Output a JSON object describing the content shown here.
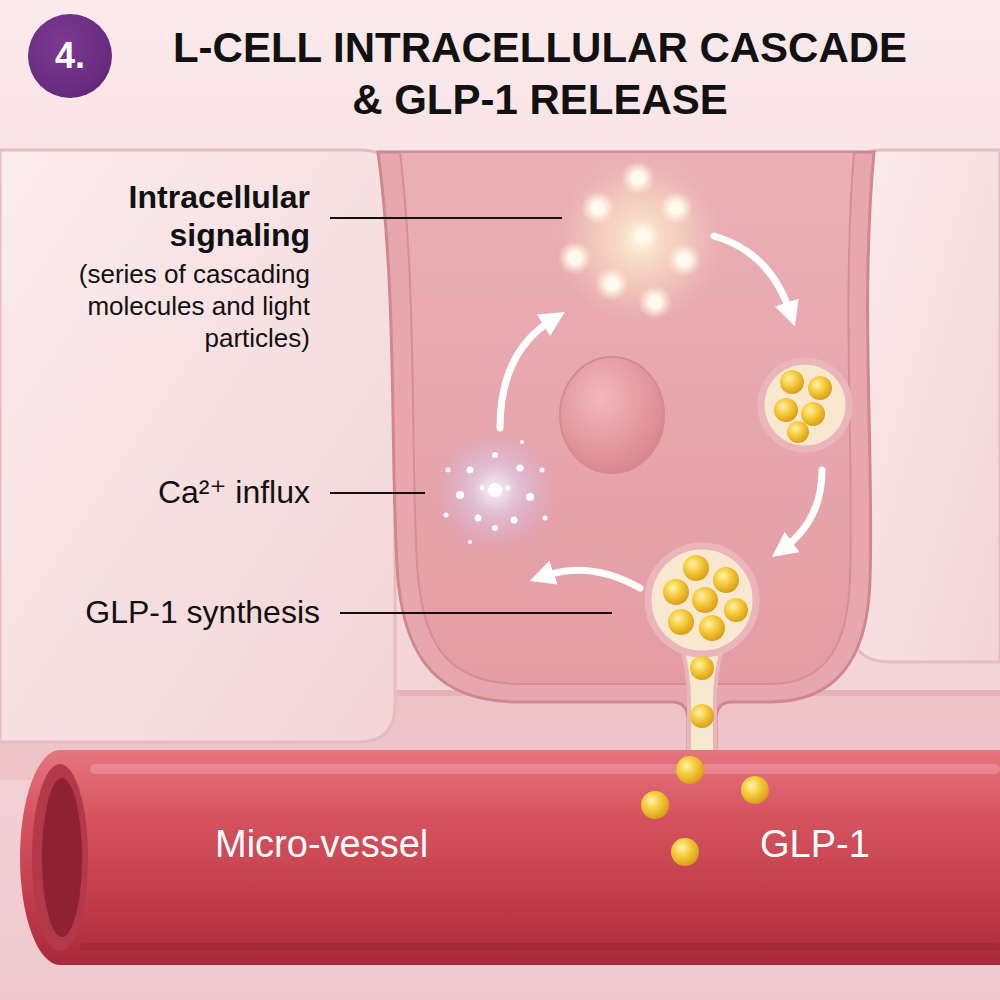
{
  "diagram": {
    "title": "L-CELL INTRACELLULAR CASCADE & GLP-1 RELEASE",
    "nodes": [
      {
        "text": [
          "4."
        ]
      },
      {
        "text": [
          "Micro-vessel",
          "GLP-1"
        ]
      }
    ],
    "labels": [
      "Intracellular signaling",
      "(series of cascading molecules and light particles)",
      "Ca²⁺ influx",
      "GLP-1 synthesis"
    ]
  }
}
